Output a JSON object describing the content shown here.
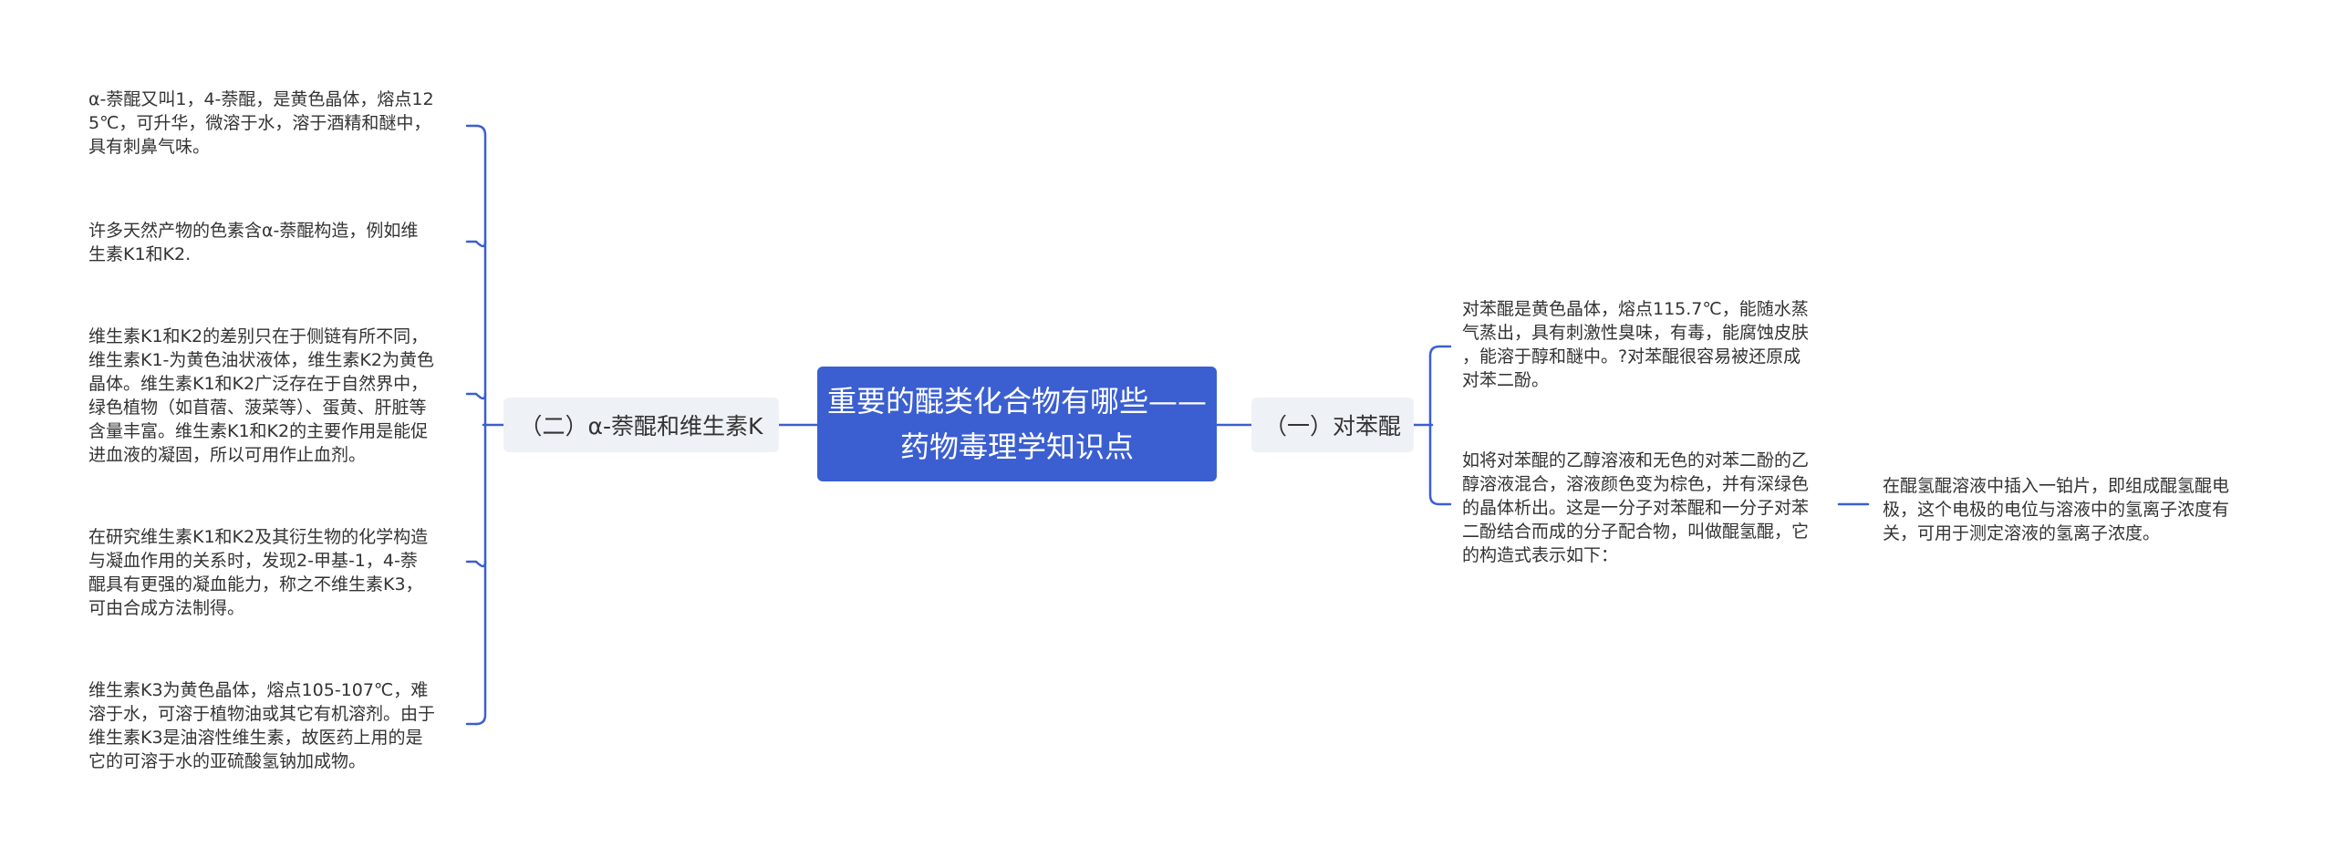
{
  "colors": {
    "root_fill": "#3b5fd0",
    "branch_fill": "#eef1f6",
    "connector": "#3b5fd0"
  },
  "root": {
    "title": "重要的醌类化合物有哪些——药物毒理学知识点"
  },
  "left_branch": {
    "label": "（二）α-萘醌和维生素K",
    "children": [
      "α-萘醌又叫1，4-萘醌，是黄色晶体，熔点12\n5℃，可升华，微溶于水，溶于酒精和醚中，\n具有刺鼻气味。",
      "许多天然产物的色素含α-萘醌构造，例如维\n生素K1和K2.",
      "维生素K1和K2的差别只在于侧链有所不同，\n维生素K1-为黄色油状液体，维生素K2为黄色\n晶体。维生素K1和K2广泛存在于自然界中，\n绿色植物（如苜蓿、菠菜等）、蛋黄、肝脏等\n含量丰富。维生素K1和K2的主要作用是能促\n进血液的凝固，所以可用作止血剂。",
      "在研究维生素K1和K2及其衍生物的化学构造\n与凝血作用的关系时，发现2-甲基-1，4-萘\n醌具有更强的凝血能力，称之不维生素K3，\n可由合成方法制得。",
      "维生素K3为黄色晶体，熔点105-107℃，难\n溶于水，可溶于植物油或其它有机溶剂。由于\n维生素K3是油溶性维生素，故医药上用的是\n它的可溶于水的亚硫酸氢钠加成物。"
    ]
  },
  "right_branch": {
    "label": "（一）对苯醌",
    "children": [
      {
        "text": "对苯醌是黄色晶体，熔点115.7℃，能随水蒸\n气蒸出，具有刺激性臭味，有毒，能腐蚀皮肤\n，能溶于醇和醚中。?对苯醌很容易被还原成\n对苯二酚。"
      },
      {
        "text": "如将对苯醌的乙醇溶液和无色的对苯二酚的乙\n醇溶液混合，溶液颜色变为棕色，并有深绿色\n的晶体析出。这是一分子对苯醌和一分子对苯\n二酚结合而成的分子配合物，叫做醌氢醌，它\n的构造式表示如下：",
        "child": "在醌氢醌溶液中插入一铂片，即组成醌氢醌电\n极，这个电极的电位与溶液中的氢离子浓度有\n关，可用于测定溶液的氢离子浓度。"
      }
    ]
  }
}
